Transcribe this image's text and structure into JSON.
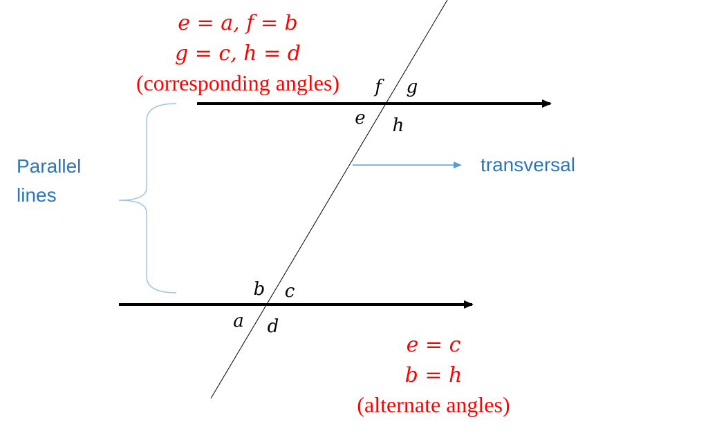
{
  "colors": {
    "red_annotation": "#ff0000",
    "blue_annotation": "#2e75b6",
    "brace_blue": "#9dc3e6",
    "arrow_blue": "#5b9bd5",
    "line_black": "#000000"
  },
  "top_note": {
    "line1": "e = a, f = b",
    "line2": "g = c, h = d",
    "line3": "(corresponding angles)"
  },
  "bottom_note": {
    "line1": "e = c",
    "line2": "b = h",
    "line3": "(alternate angles)"
  },
  "labels": {
    "parallel_line1": "Parallel",
    "parallel_line2": "lines",
    "transversal": "transversal"
  },
  "angles": {
    "f": "f",
    "g": "g",
    "e": "e",
    "h": "h",
    "b": "b",
    "c": "c",
    "a": "a",
    "d": "d"
  }
}
